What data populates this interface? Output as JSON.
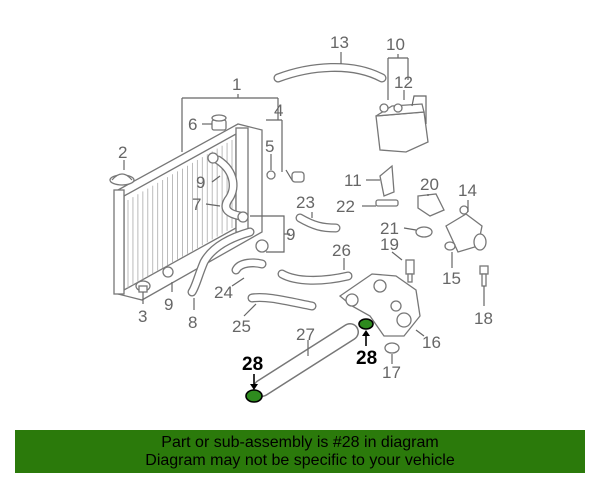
{
  "diagram": {
    "callouts": [
      {
        "id": "1",
        "label": "1"
      },
      {
        "id": "2",
        "label": "2"
      },
      {
        "id": "3",
        "label": "3"
      },
      {
        "id": "4",
        "label": "4"
      },
      {
        "id": "5",
        "label": "5"
      },
      {
        "id": "6",
        "label": "6"
      },
      {
        "id": "7",
        "label": "7"
      },
      {
        "id": "8",
        "label": "8"
      },
      {
        "id": "9a",
        "label": "9"
      },
      {
        "id": "9b",
        "label": "9"
      },
      {
        "id": "9c",
        "label": "9"
      },
      {
        "id": "10",
        "label": "10"
      },
      {
        "id": "11",
        "label": "11"
      },
      {
        "id": "12",
        "label": "12"
      },
      {
        "id": "13",
        "label": "13"
      },
      {
        "id": "14",
        "label": "14"
      },
      {
        "id": "15",
        "label": "15"
      },
      {
        "id": "16",
        "label": "16"
      },
      {
        "id": "17",
        "label": "17"
      },
      {
        "id": "18",
        "label": "18"
      },
      {
        "id": "19",
        "label": "19"
      },
      {
        "id": "20",
        "label": "20"
      },
      {
        "id": "21",
        "label": "21"
      },
      {
        "id": "22",
        "label": "22"
      },
      {
        "id": "23",
        "label": "23"
      },
      {
        "id": "24",
        "label": "24"
      },
      {
        "id": "25",
        "label": "25"
      },
      {
        "id": "26",
        "label": "26"
      },
      {
        "id": "27",
        "label": "27"
      },
      {
        "id": "28a",
        "label": "28"
      },
      {
        "id": "28b",
        "label": "28"
      }
    ],
    "highlight_color": "#2e8b1e"
  },
  "banner": {
    "line1": "Part or sub-assembly is #28 in diagram",
    "line2": "Diagram may not be specific to your vehicle",
    "background": "#2b7a0b"
  }
}
